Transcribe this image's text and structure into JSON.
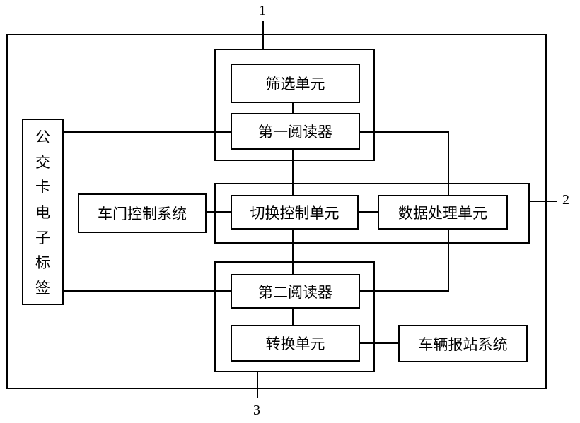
{
  "refs": {
    "ref_1": "1",
    "ref_2": "2",
    "ref_3": "3"
  },
  "left_column_label": [
    "公",
    "交",
    "卡",
    "电",
    "子",
    "标",
    "签"
  ],
  "units": {
    "filter_unit": "筛选单元",
    "first_reader": "第一阅读器",
    "door_control_system": "车门控制系统",
    "switch_control_unit": "切换控制单元",
    "data_processing_unit": "数据处理单元",
    "second_reader": "第二阅读器",
    "conversion_unit": "转换单元",
    "vehicle_announcement_system": "车辆报站系统"
  }
}
